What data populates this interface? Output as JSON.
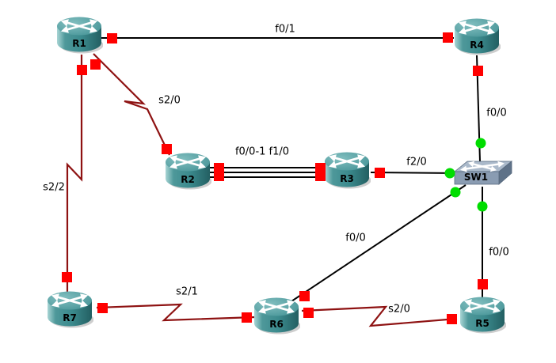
{
  "colors": {
    "background": "#ffffff",
    "ethernet_link": "#000000",
    "serial_link": "#8e1212",
    "indicator_down": "#ff0000",
    "indicator_up": "#00dd00",
    "router_fill": "#3f8f92",
    "switch_fill": "#8a9cb2"
  },
  "devices": [
    {
      "id": "R1",
      "type": "router",
      "label": "R1"
    },
    {
      "id": "R2",
      "type": "router",
      "label": "R2"
    },
    {
      "id": "R3",
      "type": "router",
      "label": "R3"
    },
    {
      "id": "R4",
      "type": "router",
      "label": "R4"
    },
    {
      "id": "R5",
      "type": "router",
      "label": "R5"
    },
    {
      "id": "R6",
      "type": "router",
      "label": "R6"
    },
    {
      "id": "R7",
      "type": "router",
      "label": "R7"
    },
    {
      "id": "SW1",
      "type": "switch",
      "label": "SW1"
    }
  ],
  "links": [
    {
      "from": "R1",
      "to": "R4",
      "type": "ethernet",
      "label": "f0/1",
      "from_status": "down",
      "to_status": "down"
    },
    {
      "from": "R1",
      "to": "R2",
      "type": "serial",
      "label": "s2/0",
      "from_status": "down",
      "to_status": "down"
    },
    {
      "from": "R1",
      "to": "R7",
      "type": "serial",
      "label": "s2/2",
      "from_status": "down",
      "to_status": "down"
    },
    {
      "from": "R2",
      "to": "R3",
      "type": "ethernet",
      "label": "f0/0-1 f1/0",
      "from_status": "down",
      "to_status": "down"
    },
    {
      "from": "R3",
      "to": "SW1",
      "type": "ethernet",
      "label": "f2/0",
      "from_status": "down",
      "to_status": "up"
    },
    {
      "from": "R4",
      "to": "SW1",
      "type": "ethernet",
      "label": "f0/0",
      "from_status": "down",
      "to_status": "up"
    },
    {
      "from": "SW1",
      "to": "R6",
      "type": "ethernet",
      "label": "f0/0",
      "from_status": "up",
      "to_status": "down"
    },
    {
      "from": "SW1",
      "to": "R5",
      "type": "ethernet",
      "label": "f0/0",
      "from_status": "up",
      "to_status": "down"
    },
    {
      "from": "R7",
      "to": "R6",
      "type": "serial",
      "label": "s2/1",
      "from_status": "down",
      "to_status": "down"
    },
    {
      "from": "R6",
      "to": "R5",
      "type": "serial",
      "label": "s2/0",
      "from_status": "down",
      "to_status": "down"
    }
  ]
}
